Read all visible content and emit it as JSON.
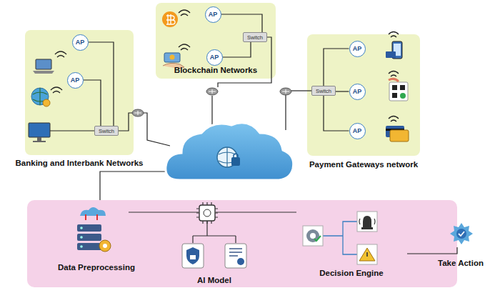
{
  "diagram": {
    "nodes": [
      {
        "text": [
          "Banking and Interbank Networks"
        ]
      },
      {
        "text": [
          "AP"
        ],
        "in": 0
      },
      {
        "text": [
          "AP"
        ],
        "in": 0
      },
      {
        "text": [
          "Switch"
        ],
        "in": 0
      },
      {
        "text": [
          "Blockchain Networks"
        ]
      },
      {
        "text": [
          "AP"
        ],
        "in": 4
      },
      {
        "text": [
          "AP"
        ],
        "in": 4
      },
      {
        "text": [
          "Switch"
        ],
        "in": 4
      },
      {
        "text": [
          "Payment Gateways network"
        ]
      },
      {
        "text": [
          "AP"
        ],
        "in": 8
      },
      {
        "text": [
          "AP"
        ],
        "in": 8
      },
      {
        "text": [
          "AP"
        ],
        "in": 8
      },
      {
        "text": [
          "Switch"
        ],
        "in": 8
      },
      {
        "text": [
          "Decision Engine"
        ]
      }
    ],
    "edges": [
      {
        "from": 1,
        "to": 3,
        "arrow": "none"
      },
      {
        "from": 2,
        "to": 3,
        "arrow": "none"
      },
      {
        "from": 5,
        "to": 7,
        "arrow": "none"
      },
      {
        "from": 6,
        "to": 7,
        "arrow": "none"
      },
      {
        "from": 12,
        "to": 9,
        "arrow": "none"
      },
      {
        "from": 12,
        "to": 10,
        "arrow": "none"
      },
      {
        "from": 12,
        "to": 11,
        "arrow": "none"
      }
    ],
    "labels": [
      "Data Preprocessing",
      "AI Model",
      "Take Action"
    ]
  }
}
